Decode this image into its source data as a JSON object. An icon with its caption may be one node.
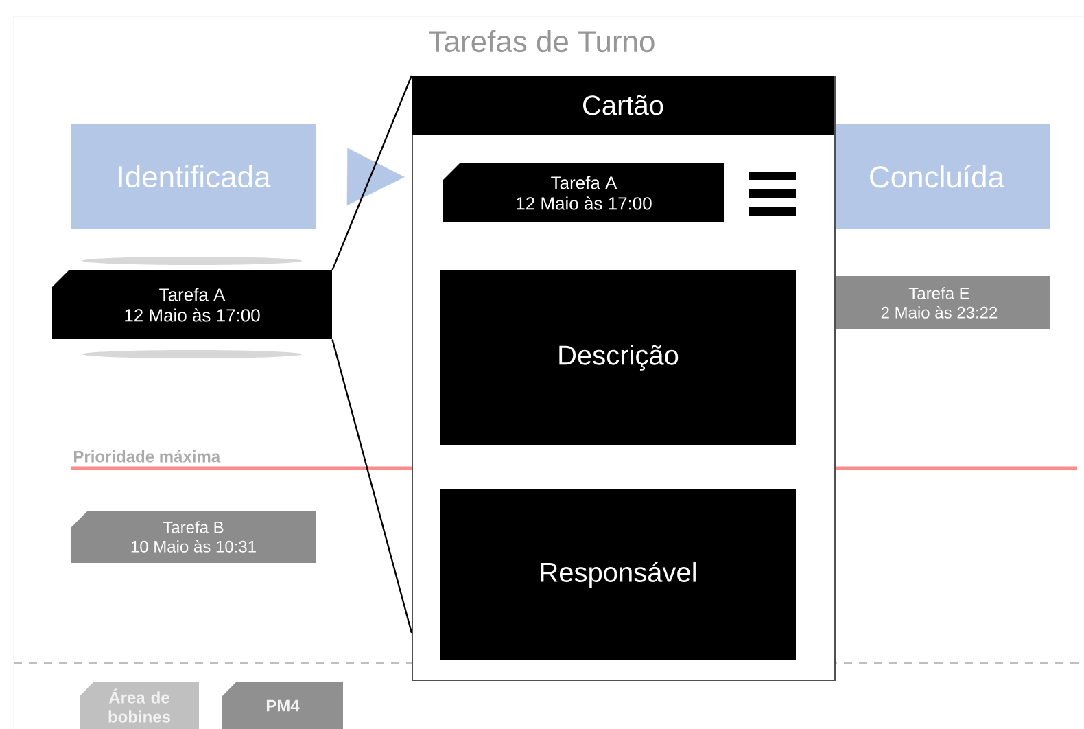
{
  "diagram": {
    "title": "Tarefas de Turno",
    "nodes": [
      {
        "text": [
          "Identificada"
        ]
      },
      {
        "text": [
          "Concluída"
        ]
      },
      {
        "text": [
          "Tarefa A",
          "12 Maio às 17:00"
        ]
      },
      {
        "text": [
          "Tarefa E",
          "2 Maio às 23:22"
        ]
      },
      {
        "text": [
          "Tarefa B",
          "10 Maio às 10:31"
        ]
      },
      {
        "text": [
          "Área de bobines"
        ]
      },
      {
        "text": [
          "PM4"
        ]
      },
      {
        "text": [
          "Cartão"
        ]
      },
      {
        "text": [
          "Tarefa A",
          "12 Maio às 17:00"
        ],
        "in": 7
      },
      {
        "text": [
          "Descrição"
        ],
        "in": 7
      },
      {
        "text": [
          "Responsável"
        ],
        "in": 7
      }
    ],
    "edges": [
      {
        "from": 0,
        "to": null,
        "arrow": "to",
        "color": "#b4c7e7"
      },
      {
        "from": 2,
        "to": 7,
        "arrow": "none"
      },
      {
        "from": 2,
        "to": 7,
        "arrow": "none"
      }
    ],
    "labels": [
      "Prioridade máxima"
    ]
  }
}
